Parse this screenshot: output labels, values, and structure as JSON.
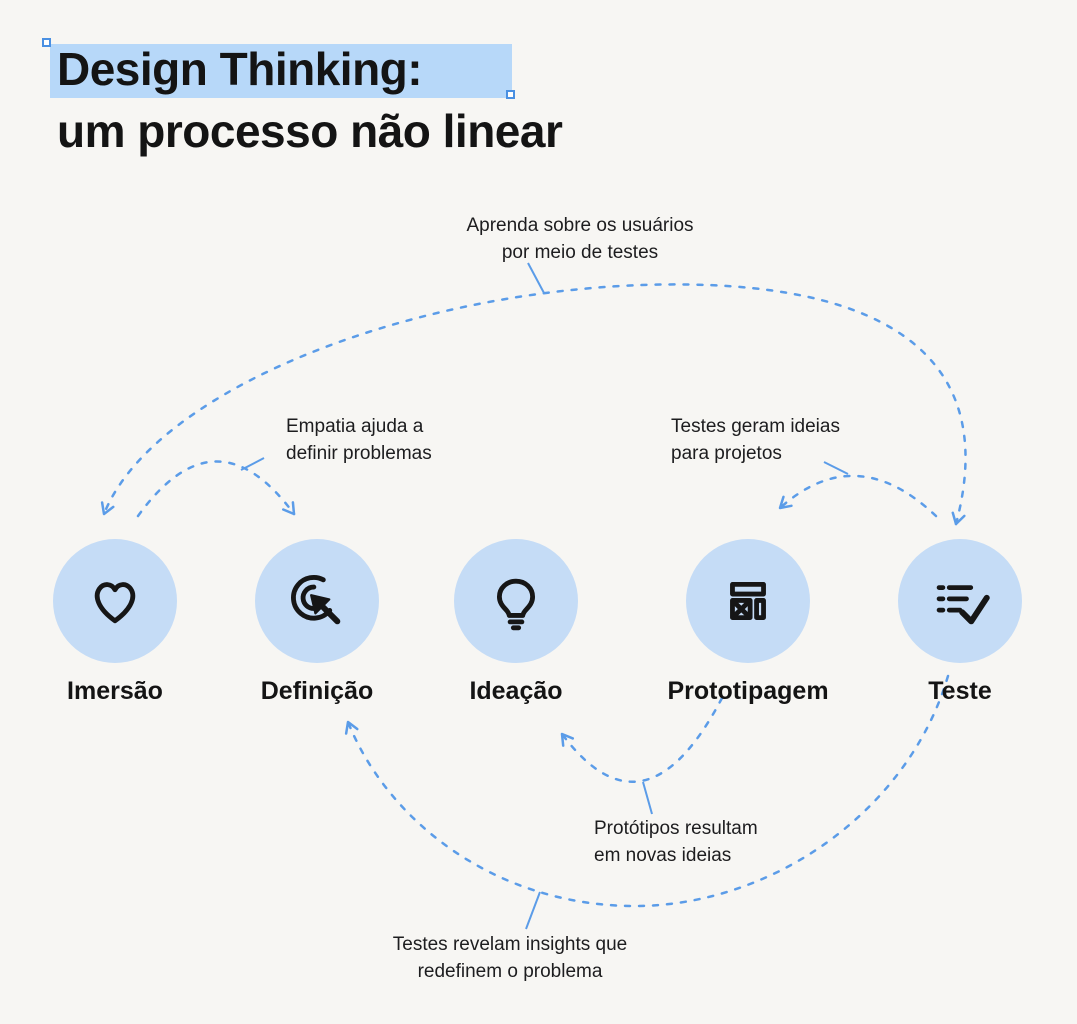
{
  "title": {
    "line1": "Design Thinking:",
    "line2": "um processo não linear"
  },
  "stages": [
    {
      "label": "Imersão",
      "icon": "heart-icon"
    },
    {
      "label": "Definição",
      "icon": "click-target-icon"
    },
    {
      "label": "Ideação",
      "icon": "lightbulb-icon"
    },
    {
      "label": "Prototipagem",
      "icon": "wireframe-icon"
    },
    {
      "label": "Teste",
      "icon": "checklist-icon"
    }
  ],
  "annotations": [
    {
      "id": "learn-from-tests",
      "text": "Aprenda sobre os usuários\npor meio de testes"
    },
    {
      "id": "empathy-defines",
      "text": "Empatia ajuda a\ndefinir problemas"
    },
    {
      "id": "tests-generate-ideas",
      "text": "Testes geram ideias\npara projetos"
    },
    {
      "id": "prototypes-new-ideas",
      "text": "Protótipos resultam\nem novas ideias"
    },
    {
      "id": "tests-reveal-insights",
      "text": "Testes revelam insights que\nredefinem o problema"
    }
  ],
  "colors": {
    "background": "#f7f6f3",
    "circle_fill": "#c5dcf6",
    "arrow_blue": "#5b9ce8",
    "title_highlight": "#b7d8f9",
    "text_dark": "#1d1d1f"
  }
}
